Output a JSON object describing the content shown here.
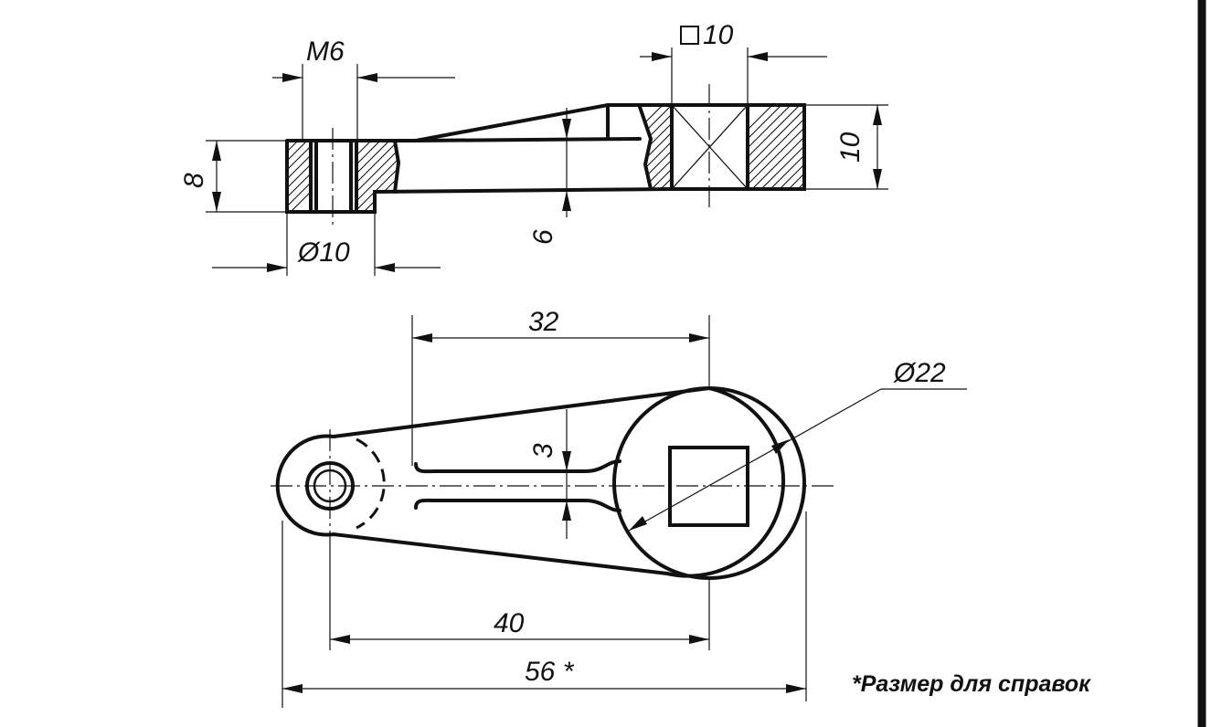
{
  "labels": {
    "thread": "M6",
    "square": "10",
    "height_left": "8",
    "height_right": "10",
    "dia_small": "Ø10",
    "thickness": "6",
    "dist_top": "32",
    "dia_boss": "Ø22",
    "slot": "3",
    "dist_bottom": "40",
    "overall": "56 *"
  },
  "note": "*Размер для справок"
}
